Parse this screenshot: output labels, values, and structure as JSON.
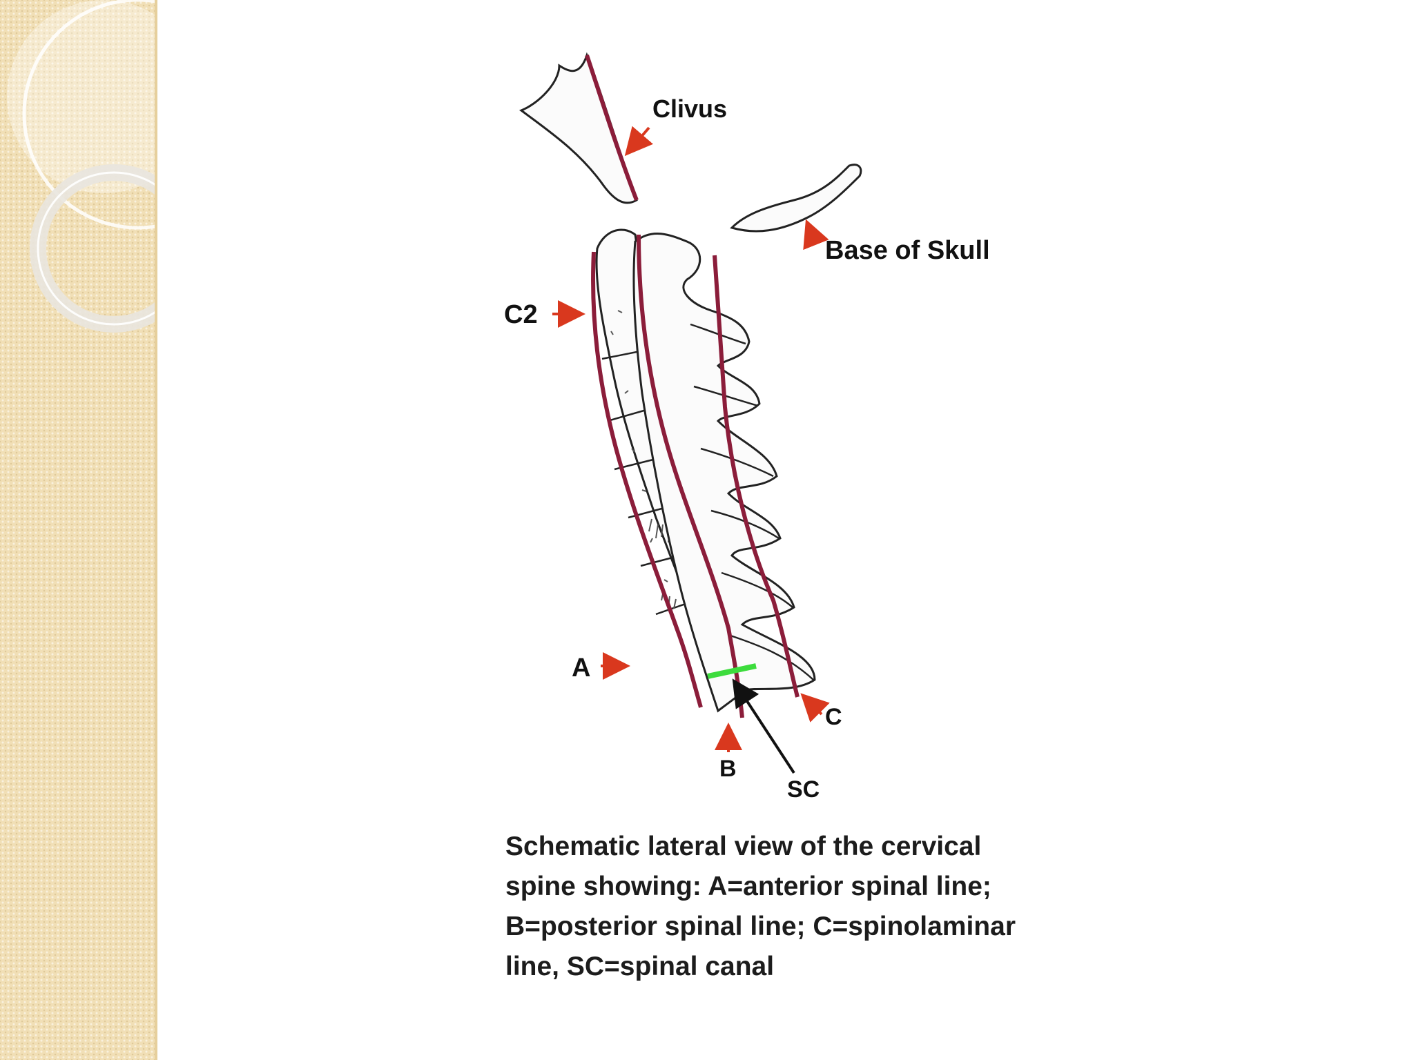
{
  "labels": {
    "clivus": "Clivus",
    "base_of_skull": "Base of Skull",
    "c2": "C2",
    "a": "A",
    "b": "B",
    "c": "C",
    "sc": "SC"
  },
  "caption": "Schematic lateral view of the cervical spine showing: A=anterior spinal line; B=posterior spinal line; C=spinolaminar line, SC=spinal canal",
  "colors": {
    "spinal_lines": "#8b1d3a",
    "arrows": "#d9381e",
    "spinal_canal_marker": "#3ddc3d",
    "sidebar": "#f1dfb6"
  }
}
